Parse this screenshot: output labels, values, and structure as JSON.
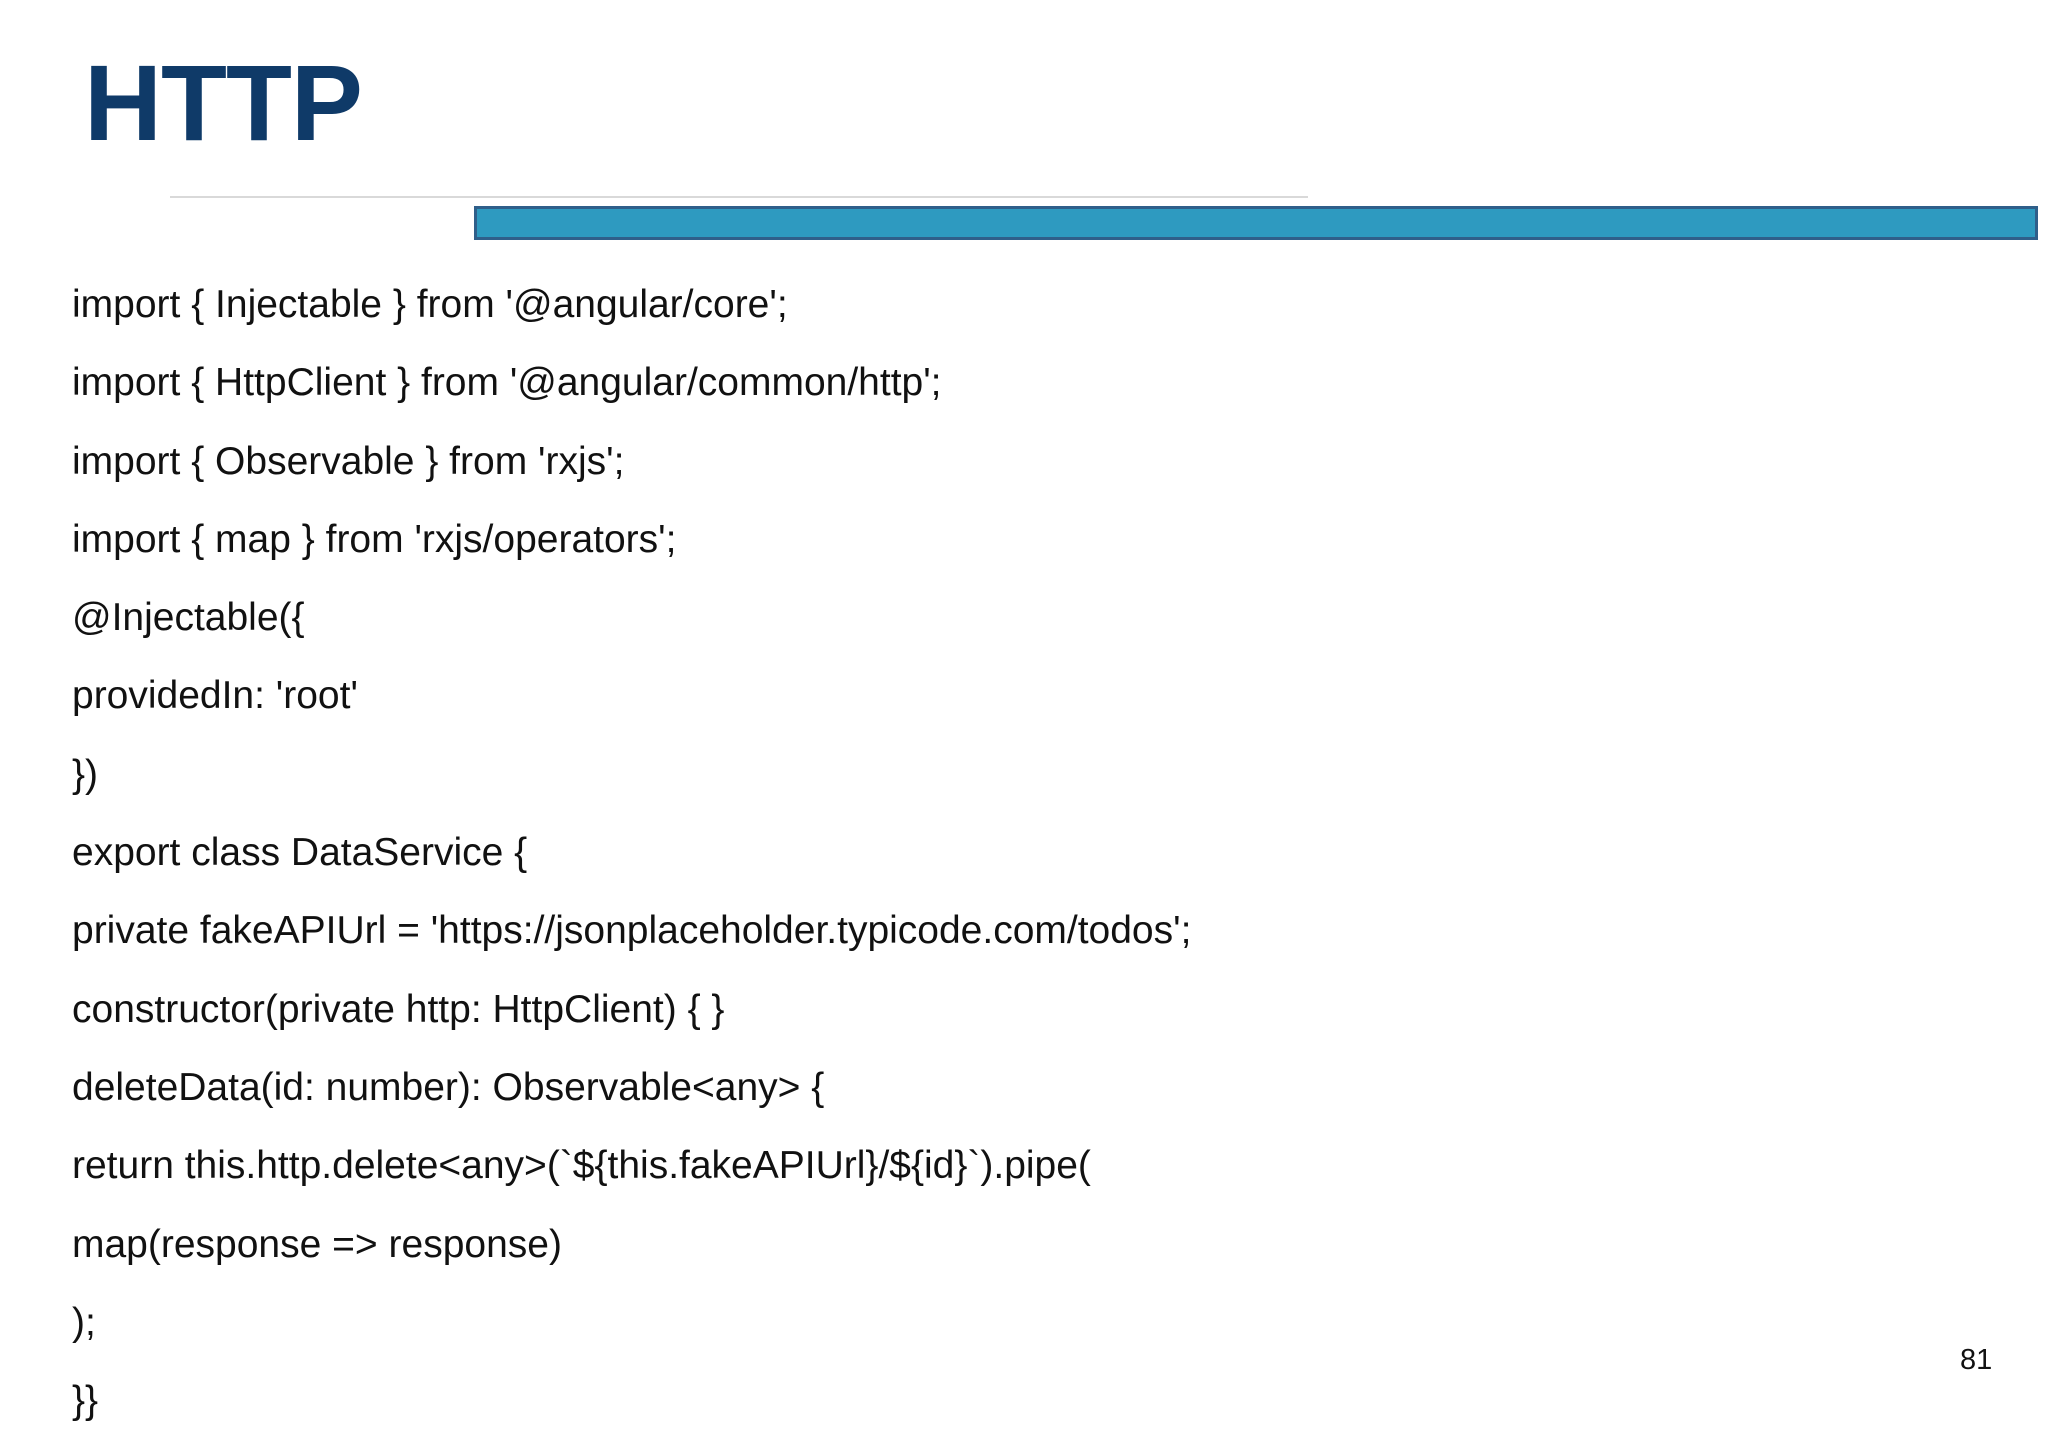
{
  "slide": {
    "title": "HTTP",
    "page_number": "81",
    "colors": {
      "title": "#0f3a68",
      "accent_bar": "#2e9ac0",
      "accent_bar_border": "#2f5f8a",
      "divider": "#d9d9d9",
      "text": "#111111"
    }
  },
  "code_lines": [
    "import { Injectable } from '@angular/core';",
    "import { HttpClient } from '@angular/common/http';",
    "import { Observable } from 'rxjs';",
    "import { map } from 'rxjs/operators';",
    "@Injectable({",
    "providedIn: 'root'",
    "})",
    "export class DataService {",
    "private fakeAPIUrl = 'https://jsonplaceholder.typicode.com/todos';",
    "constructor(private http: HttpClient) { }",
    "deleteData(id: number): Observable<any> {",
    "return this.http.delete<any>(`${this.fakeAPIUrl}/${id}`).pipe(",
    "map(response => response)",
    ");",
    "}}"
  ]
}
